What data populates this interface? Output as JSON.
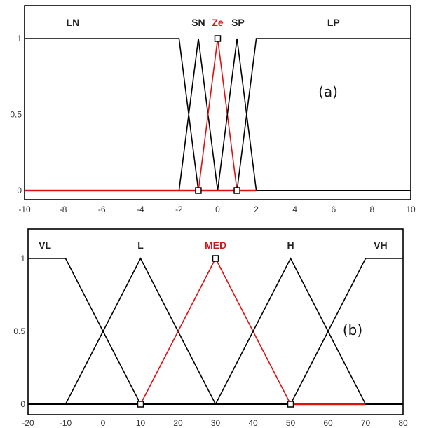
{
  "chart_data": [
    {
      "type": "line",
      "panel_label": "(a)",
      "xlim": [
        -10,
        10
      ],
      "ylim": [
        0,
        1
      ],
      "x_ticks": [
        "-10",
        "-8",
        "-6",
        "-4",
        "-2",
        "0",
        "2",
        "4",
        "6",
        "8",
        "10"
      ],
      "x_tick_values": [
        -10,
        -8,
        -6,
        -4,
        -2,
        0,
        2,
        4,
        6,
        8,
        10
      ],
      "y_ticks": [
        "0",
        "0.5",
        "1"
      ],
      "y_tick_values": [
        0,
        0.5,
        1
      ],
      "highlight_color": "#e01010",
      "line_color": "#000000",
      "series": [
        {
          "name": "LN",
          "x": [
            -10,
            -2,
            -1
          ],
          "y": [
            1,
            1,
            0
          ],
          "label_x": -7.5,
          "highlight": false
        },
        {
          "name": "SN",
          "x": [
            -2,
            -1,
            0
          ],
          "y": [
            0,
            1,
            0
          ],
          "label_x": -1.0,
          "highlight": false
        },
        {
          "name": "Ze",
          "x": [
            -1,
            0,
            1
          ],
          "y": [
            0,
            1,
            0
          ],
          "label_x": 0.0,
          "highlight": true
        },
        {
          "name": "SP",
          "x": [
            0,
            1,
            2
          ],
          "y": [
            0,
            1,
            0
          ],
          "label_x": 1.05,
          "highlight": false
        },
        {
          "name": "LP",
          "x": [
            1,
            2,
            10
          ],
          "y": [
            0,
            1,
            1
          ],
          "label_x": 6.0,
          "highlight": false
        }
      ],
      "highlight_baseline": [
        -10,
        2
      ],
      "markers": [
        {
          "x": -1,
          "y": 0
        },
        {
          "x": 0,
          "y": 1
        },
        {
          "x": 1,
          "y": 0
        }
      ]
    },
    {
      "type": "line",
      "panel_label": "(b)",
      "xlim": [
        -20,
        80
      ],
      "ylim": [
        0,
        1
      ],
      "x_ticks": [
        "-20",
        "-10",
        "0",
        "10",
        "20",
        "30",
        "40",
        "50",
        "60",
        "70",
        "80"
      ],
      "x_tick_values": [
        -20,
        -10,
        0,
        10,
        20,
        30,
        40,
        50,
        60,
        70,
        80
      ],
      "y_ticks": [
        "0",
        "0.5",
        "1"
      ],
      "y_tick_values": [
        0,
        0.5,
        1
      ],
      "highlight_color": "#e01010",
      "line_color": "#000000",
      "series": [
        {
          "name": "VL",
          "x": [
            -20,
            -10,
            10
          ],
          "y": [
            1,
            1,
            0
          ],
          "label_x": -15.5,
          "highlight": false
        },
        {
          "name": "L",
          "x": [
            -10,
            10,
            30
          ],
          "y": [
            0,
            1,
            0
          ],
          "label_x": 10.0,
          "highlight": false
        },
        {
          "name": "MED",
          "x": [
            10,
            30,
            50
          ],
          "y": [
            0,
            1,
            0
          ],
          "label_x": 30.0,
          "highlight": true
        },
        {
          "name": "H",
          "x": [
            30,
            50,
            70
          ],
          "y": [
            0,
            1,
            0
          ],
          "label_x": 50.0,
          "highlight": false
        },
        {
          "name": "VH",
          "x": [
            50,
            70,
            80
          ],
          "y": [
            0,
            1,
            1
          ],
          "label_x": 74.0,
          "highlight": false
        }
      ],
      "highlight_baseline": [
        50,
        70
      ],
      "markers": [
        {
          "x": 10,
          "y": 0
        },
        {
          "x": 30,
          "y": 1
        },
        {
          "x": 50,
          "y": 0
        }
      ]
    }
  ]
}
